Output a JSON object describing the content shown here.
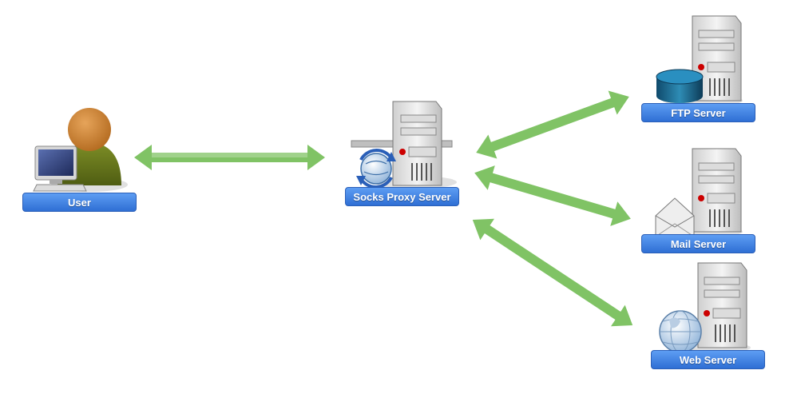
{
  "nodes": {
    "user": {
      "label": "User"
    },
    "proxy": {
      "label": "Socks Proxy Server"
    },
    "ftp": {
      "label": "FTP Server"
    },
    "mail": {
      "label": "Mail Server"
    },
    "web": {
      "label": "Web Server"
    }
  },
  "icons": {
    "user": "user-at-computer-icon",
    "proxy": "proxy-server-icon",
    "ftp": "database-server-icon",
    "mail": "mail-server-icon",
    "web": "web-server-globe-icon"
  },
  "colors": {
    "arrow": "#6ab84a",
    "label_bg": "#3b7be0",
    "label_text": "#ffffff"
  }
}
